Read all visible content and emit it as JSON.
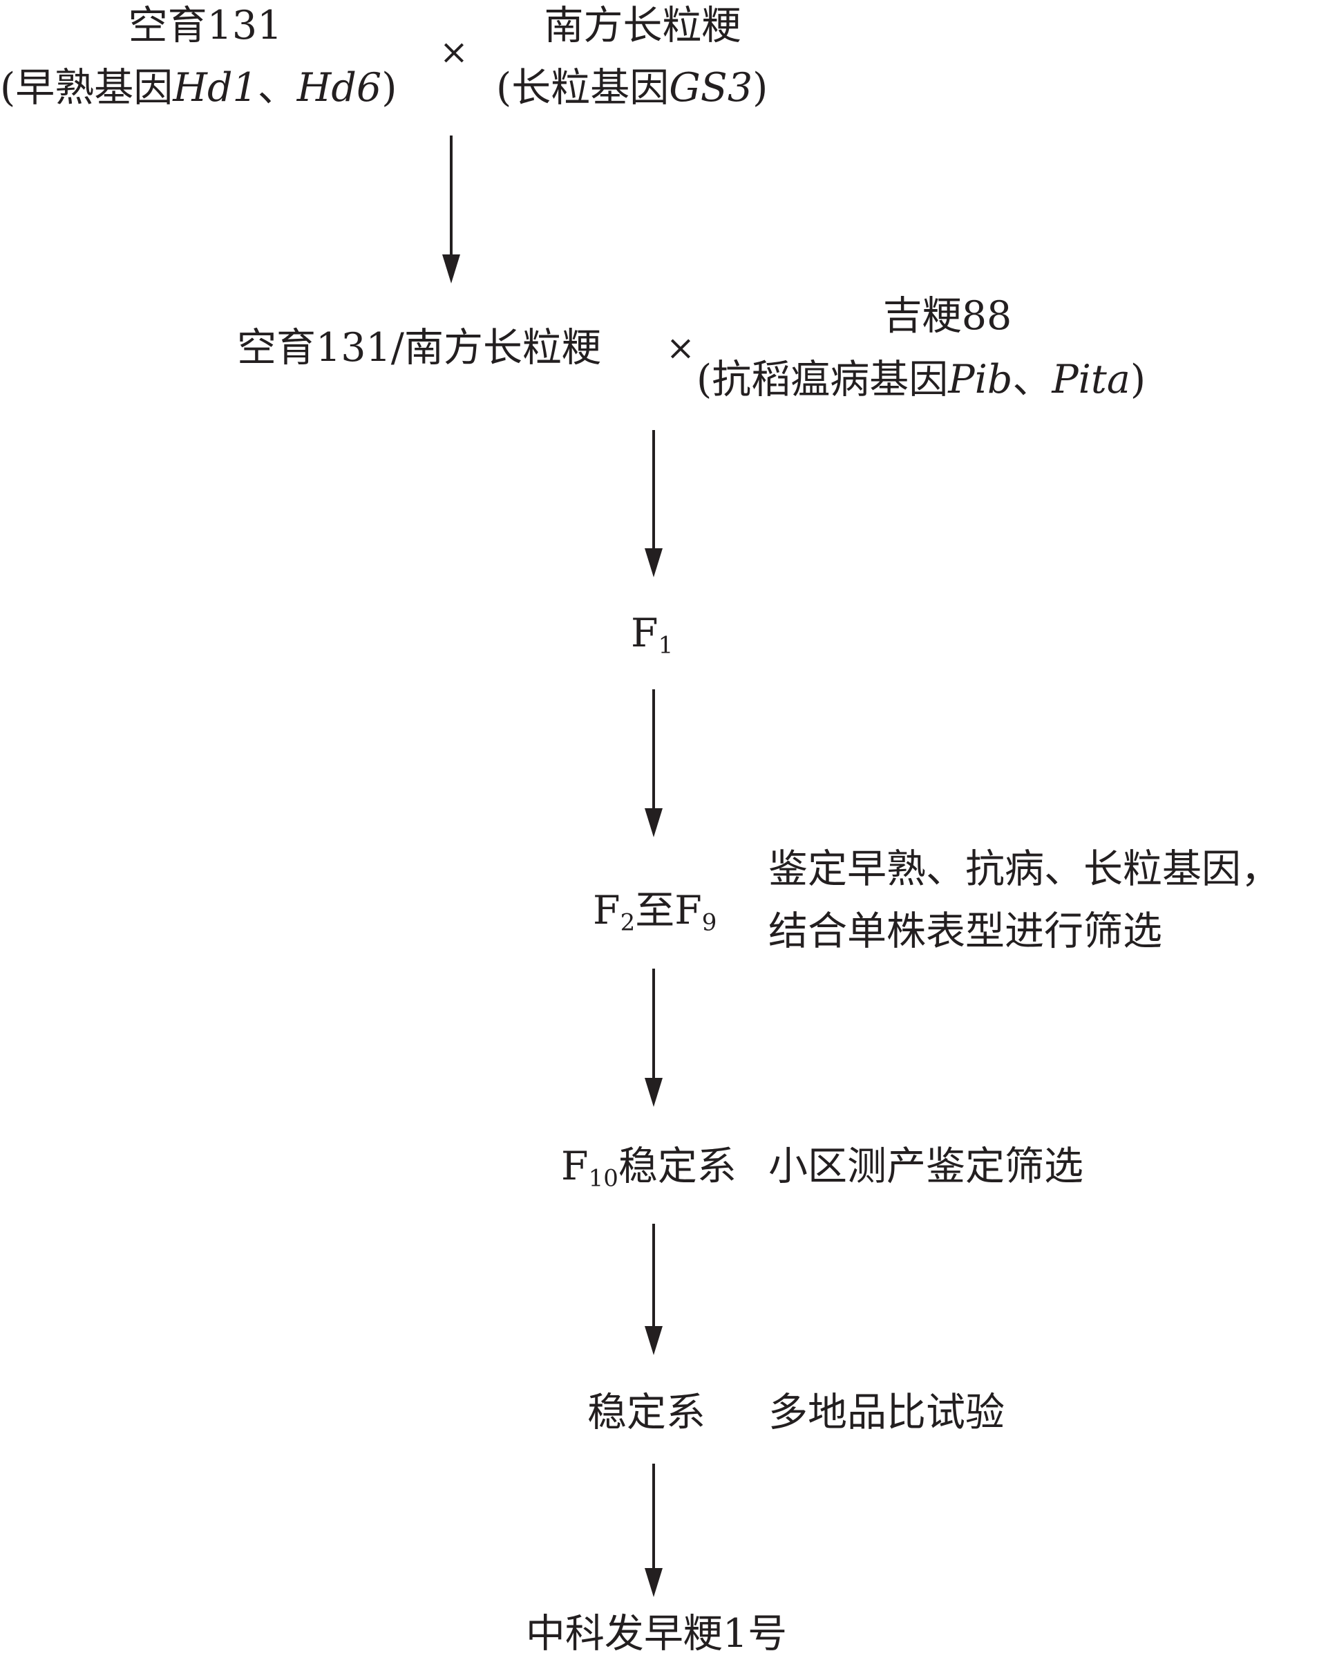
{
  "parent1": {
    "name": "空育131",
    "note_open": "(早熟基因",
    "gene_a": "Hd1",
    "sep": "、",
    "gene_b": "Hd6",
    "note_close": ")"
  },
  "parent2": {
    "name": "南方长粒粳",
    "note_open": "(长粒基因",
    "gene": "GS3",
    "note_close": ")"
  },
  "cross_symbol": "×",
  "hybrid_parent": "空育131/南方长粒粳",
  "parent3": {
    "name": "吉粳88",
    "note_open": "(抗稻瘟病基因",
    "gene_a": "Pib",
    "sep": "、",
    "gene_b": "Pita",
    "note_close": ")"
  },
  "f1": {
    "letter": "F",
    "sub": "1"
  },
  "f2_f9": {
    "letter1": "F",
    "sub1": "2",
    "mid": "至",
    "letter2": "F",
    "sub2": "9",
    "note_line1": "鉴定早熟、抗病、长粒基因，",
    "note_line2": "结合单株表型进行筛选"
  },
  "f10": {
    "letter": "F",
    "sub": "10",
    "label": "稳定系",
    "note": "小区测产鉴定筛选"
  },
  "stable": {
    "label": "稳定系",
    "note": "多地品比试验"
  },
  "result": "中科发早粳1号"
}
